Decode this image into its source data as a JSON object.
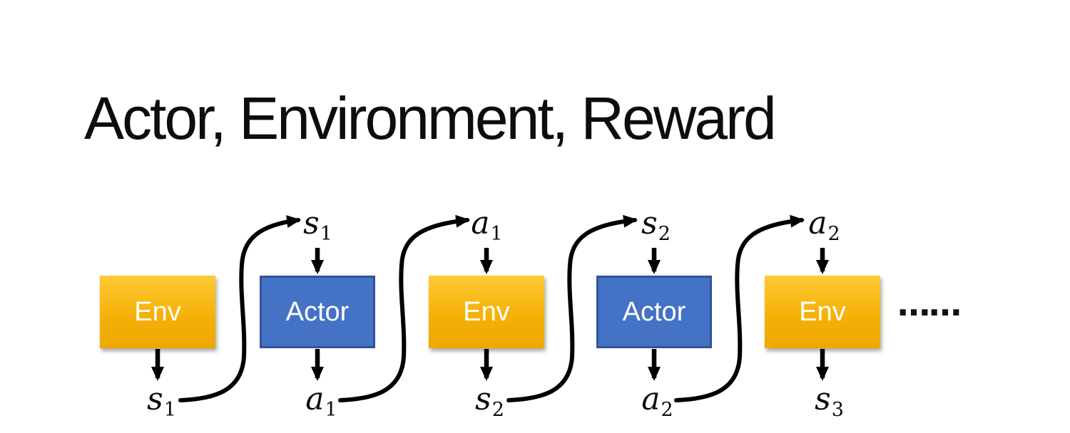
{
  "slide": {
    "title": "Actor, Environment, Reward",
    "ellipsis": "……"
  },
  "colors": {
    "background": "#FFFFFF",
    "title_text": "#0D0D0D",
    "env_gradient_top": "#FFCA38",
    "env_gradient_bottom": "#EDA802",
    "actor_fill": "#4472C4",
    "actor_border": "#2F5597",
    "box_text": "#FFFFFF",
    "arrow": "#000000"
  },
  "boxes": [
    {
      "id": "env-1",
      "label": "Env",
      "output": {
        "base": "s",
        "sub": "1"
      }
    },
    {
      "id": "actor-1",
      "label": "Actor",
      "input": {
        "base": "s",
        "sub": "1"
      },
      "output": {
        "base": "a",
        "sub": "1"
      }
    },
    {
      "id": "env-2",
      "label": "Env",
      "input": {
        "base": "a",
        "sub": "1"
      },
      "output": {
        "base": "s",
        "sub": "2"
      }
    },
    {
      "id": "actor-2",
      "label": "Actor",
      "input": {
        "base": "s",
        "sub": "2"
      },
      "output": {
        "base": "a",
        "sub": "2"
      }
    },
    {
      "id": "env-3",
      "label": "Env",
      "input": {
        "base": "a",
        "sub": "2"
      },
      "output": {
        "base": "s",
        "sub": "3"
      }
    }
  ]
}
